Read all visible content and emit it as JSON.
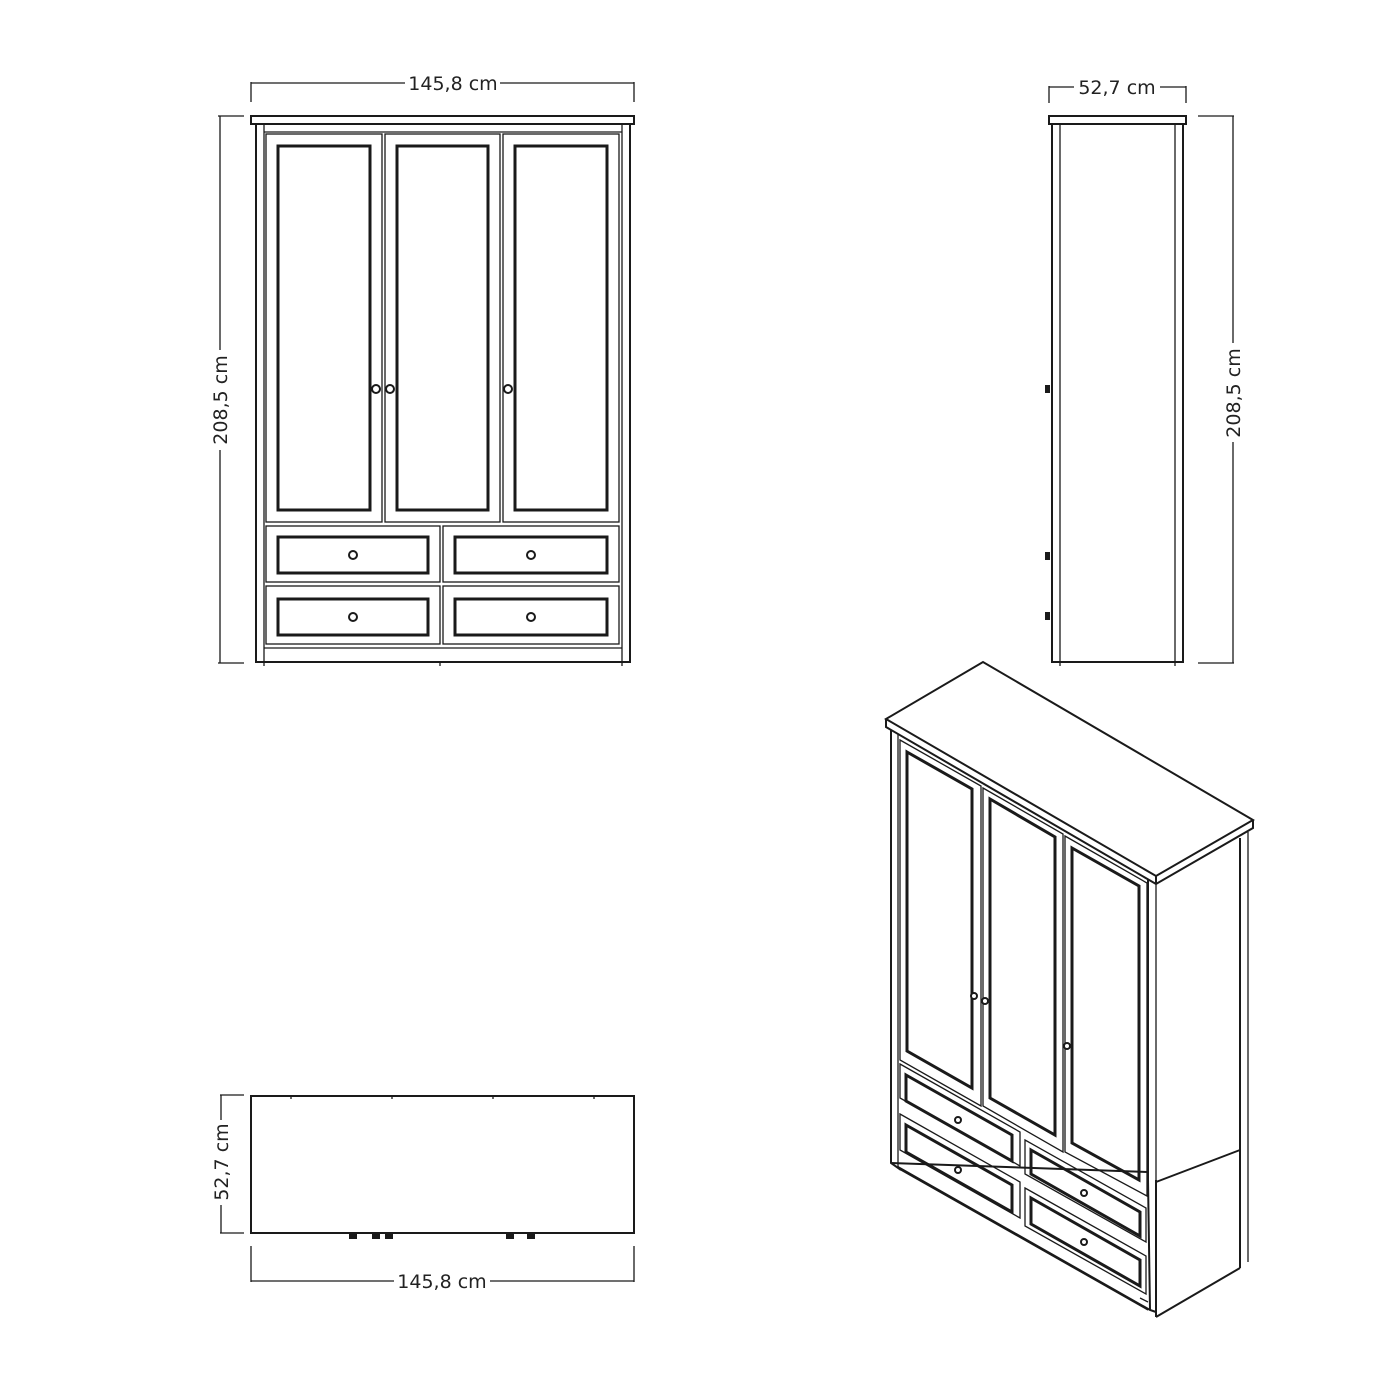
{
  "dimensions": {
    "front_width": "145,8 cm",
    "front_height": "208,5 cm",
    "side_depth": "52,7 cm",
    "side_height": "208,5 cm",
    "top_depth": "52,7 cm",
    "top_width": "145,8 cm"
  },
  "colors": {
    "line": "#1a1a1a",
    "background": "#ffffff"
  }
}
